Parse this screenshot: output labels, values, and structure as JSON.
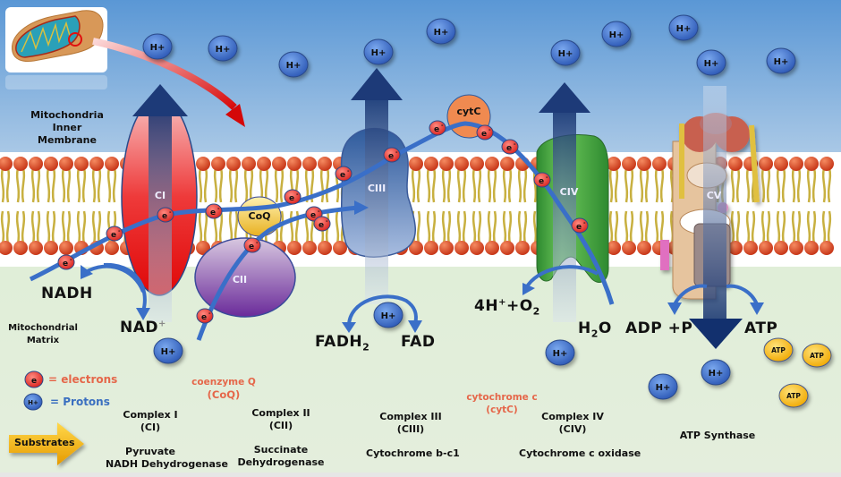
{
  "diagram": {
    "title_region_labels": {
      "intermembrane_space": "",
      "inner_membrane": [
        "Mitochondria",
        "Inner",
        "Membrane"
      ],
      "matrix": [
        "Mitochondrial",
        "Matrix"
      ]
    },
    "proton_label": "H+",
    "electron_label": "e",
    "electron_superscript": "-",
    "complexes": [
      {
        "id": "CI",
        "tag": "CI",
        "name": "Complex I",
        "abbr": "(CI)",
        "description": [
          "Pyruvate",
          "NADH Dehydrogenase"
        ],
        "color": "#e8202a"
      },
      {
        "id": "CII",
        "tag": "CII",
        "name": "Complex II",
        "abbr": "(CII)",
        "description": [
          "Succinate",
          "Dehydrogenase"
        ],
        "color": "#7a3a9a"
      },
      {
        "id": "CIII",
        "tag": "CIII",
        "name": "Complex III",
        "abbr": "(CIII)",
        "description": [
          "Cytochrome b-c1"
        ],
        "color": "#5a7fbf"
      },
      {
        "id": "CIV",
        "tag": "CIV",
        "name": "Complex IV",
        "abbr": "(CIV)",
        "description": [
          "Cytochrome c oxidase"
        ],
        "color": "#3a9a3a"
      },
      {
        "id": "CV",
        "tag": "CV",
        "name": "ATP Synthase",
        "abbr": "",
        "description": [],
        "color": "#c89a78"
      }
    ],
    "carriers": [
      {
        "id": "CoQ",
        "tag": "CoQ",
        "name": "coenzyme Q",
        "abbr": "(CoQ)",
        "color": "#f0c640"
      },
      {
        "id": "cytC",
        "tag": "cytC",
        "name": "cytochrome c",
        "abbr": "(cytC)",
        "color": "#f08a50"
      }
    ],
    "reactions": {
      "nadh": "NADH",
      "nad_base": "NAD",
      "nad_sup": "+",
      "fadh2_base": "FADH",
      "fadh2_sub": "2",
      "fad": "FAD",
      "o2_left": "4H",
      "o2_sup": "+",
      "o2_mid": "+O",
      "o2_sub": "2",
      "h2o_h": "H",
      "h2o_sub": "2",
      "h2o_o": "O",
      "adp": "ADP +P",
      "atp": "ATP"
    },
    "legend": {
      "electrons": "= electrons",
      "protons": "= Protons",
      "electron_color": "#e5674a",
      "proton_color": "#3a6fc0"
    },
    "substrates_label": "Substrates",
    "atp_molecule_label": "ATP",
    "atp_molecule_count": 3,
    "colors": {
      "intermembrane": "#5f9bd6",
      "matrix": "#e2eedb",
      "electron": "#e8302a",
      "proton": "#3e6cc8",
      "electron_path": "#3a6fc8",
      "proton_arrow": "#2a4a8a",
      "atp": "#f5b820",
      "substrates_arrow": "#f3b21c"
    }
  }
}
